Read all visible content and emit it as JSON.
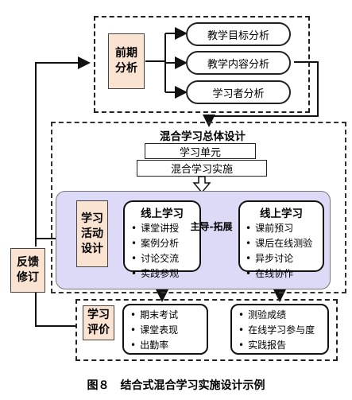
{
  "prelim": {
    "label": "前期分析",
    "items": [
      "教学目标分析",
      "教学内容分析",
      "学习者分析"
    ]
  },
  "overall": {
    "title": "混合学习总体设计",
    "unit": "学习单元",
    "implementation": "混合学习实施"
  },
  "activity": {
    "label": "学习活动设计",
    "online_left": {
      "title": "线上学习",
      "items": [
        "课堂讲授",
        "案例分析",
        "讨论交流",
        "实践参观"
      ]
    },
    "arrow_label": "主导-拓展",
    "online_right": {
      "title": "线上学习",
      "items": [
        "课前预习",
        "课后在线测验",
        "异步讨论",
        "在线协作"
      ]
    }
  },
  "feedback": {
    "label": "反馈修订"
  },
  "evaluation": {
    "label": "学习评价",
    "left_items": [
      "期末考试",
      "课堂表现",
      "出勤率"
    ],
    "right_items": [
      "测验成绩",
      "在线学习参与度",
      "实践报告"
    ]
  },
  "caption": "图８　结合式混合学习实施设计示例"
}
